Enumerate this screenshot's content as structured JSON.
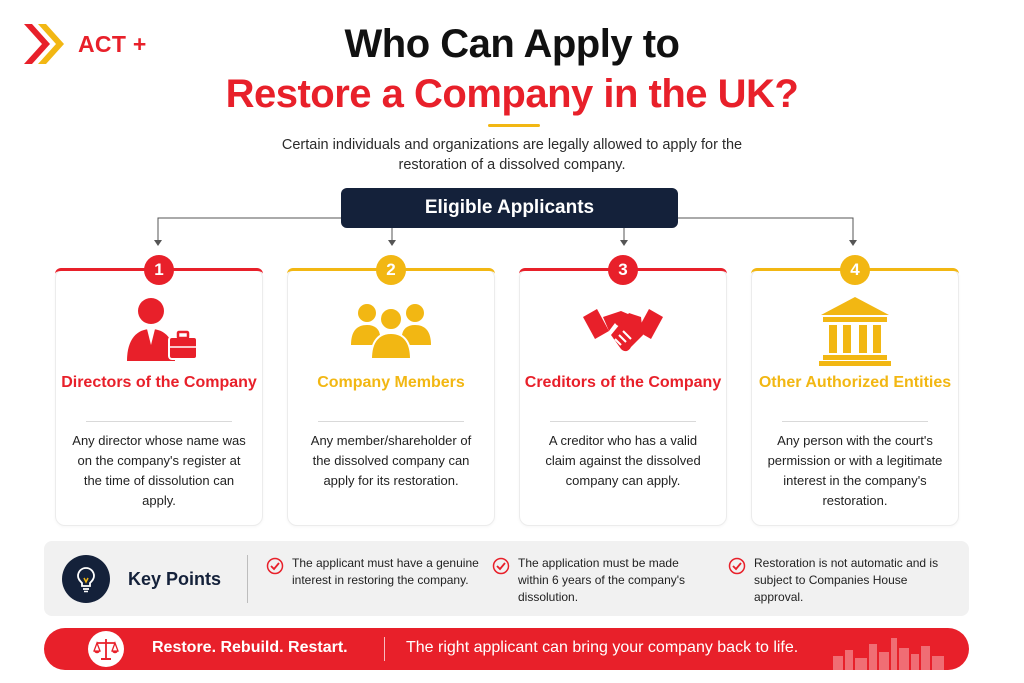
{
  "brand": {
    "name": "ACT +",
    "accent": "#e8202a",
    "secondary": "#f2b713",
    "navy": "#14213a"
  },
  "header": {
    "title_line1": "Who Can Apply to",
    "title_line2": "Restore a Company in the UK?",
    "subtitle": "Certain individuals and organizations are legally allowed to apply for the restoration of a dissolved company."
  },
  "eligible_label": "Eligible Applicants",
  "cards": [
    {
      "number": "1",
      "title": "Directors of the Company",
      "icon": "director-briefcase-icon",
      "color": "red",
      "body": "Any director whose name was on the company's register at the time of dissolution can apply."
    },
    {
      "number": "2",
      "title": "Company Members",
      "icon": "group-members-icon",
      "color": "yellow",
      "body": "Any member/shareholder of the dissolved company can apply for its restoration."
    },
    {
      "number": "3",
      "title": "Creditors of the Company",
      "icon": "handshake-icon",
      "color": "red",
      "body": "A creditor who has a valid claim against the dissolved company can apply."
    },
    {
      "number": "4",
      "title": "Other Authorized Entities",
      "icon": "institution-building-icon",
      "color": "yellow",
      "body": "Any person with the court's permission or with a legitimate interest in the company's restoration."
    }
  ],
  "key_points": {
    "label": "Key Points",
    "icon": "lightbulb-icon",
    "items": [
      "The applicant must have a genuine interest in restoring the company.",
      "The application must be made within 6 years of the company's dissolution.",
      "Restoration is not automatic and is subject to Companies House approval."
    ]
  },
  "banner": {
    "icon": "scales-of-justice-icon",
    "tagline": "Restore. Rebuild. Restart.",
    "message": "The right applicant can bring your company back to life."
  }
}
